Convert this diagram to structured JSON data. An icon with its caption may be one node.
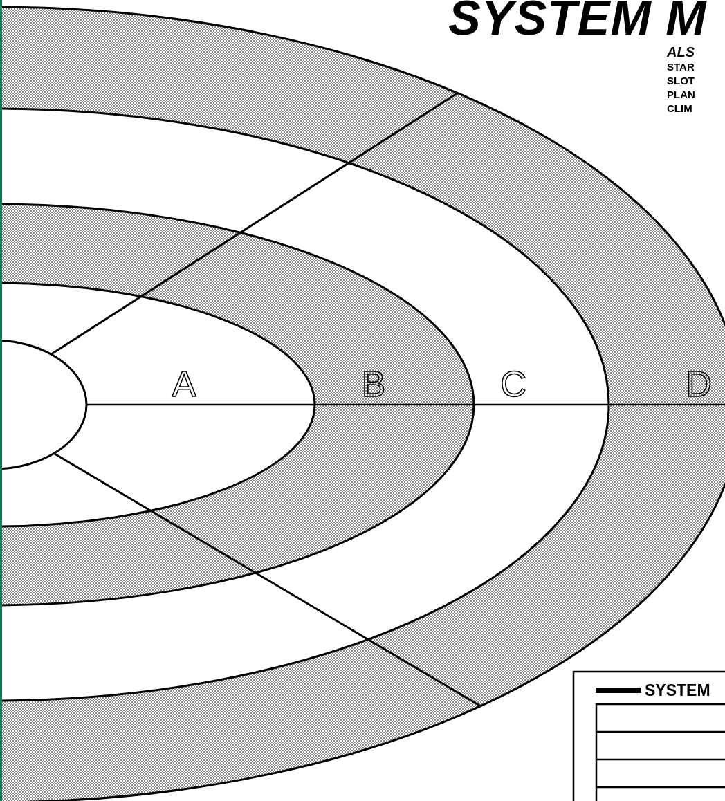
{
  "diagram": {
    "title": "SYSTEM M",
    "labels": [
      "ALS",
      "STAR",
      "SLOT",
      "PLAN",
      "CLIM",
      "A",
      "B",
      "C",
      "D",
      "SYSTEM"
    ]
  }
}
